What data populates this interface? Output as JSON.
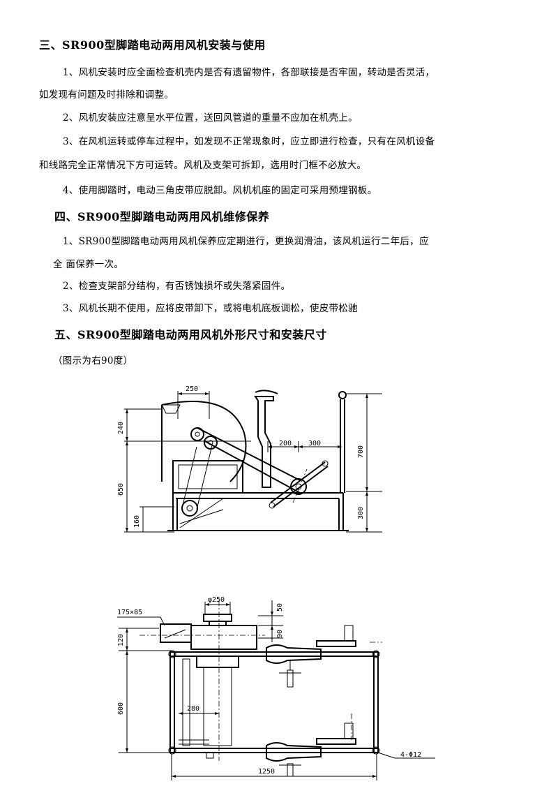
{
  "section3": {
    "heading": "三、SR900型脚踏电动两用风机安装与使用",
    "items": [
      "1、风机安装时应全面检查机壳内是否有遗留物件，各部联接是否牢固，转动是否灵活，",
      "如发现有问题及时排除和调整。",
      "2、风机安装应注意呈水平位置，送回风管道的重量不应加在机壳上。",
      "3、在风机运转或停车过程中，如发现不正常现象时，应立即进行检查，只有在风机设备",
      "和线路完全正常情况下方可运转。风机及支架可拆卸，选用时门框不必放大。",
      "4、使用脚踏时，电动三角皮带应脱卸。风机机座的固定可采用预埋钢板。"
    ]
  },
  "section4": {
    "heading": "四、SR900型脚踏电动两用风机维修保养",
    "items": [
      "1、SR900型脚踏电动两用风机保养应定期进行，更换润滑油，该风机运行二年后，应",
      "全 面保养一次。",
      "2、检查支架部分结构，有否锈蚀损坏或失落紧固件。",
      "3、风机长期不使用，应将皮带卸下，或将电机底板调松，使皮带松驰"
    ]
  },
  "section5": {
    "heading": "五、SR900型脚踏电动两用风机外形尺寸和安装尺寸",
    "note": "（图示为右90度）"
  },
  "drawing1": {
    "dims": {
      "d250": "250",
      "d240": "240",
      "d650": "650",
      "d160": "160",
      "d200": "200",
      "d300": "300",
      "d700": "700",
      "d300b": "300"
    }
  },
  "drawing2": {
    "dims": {
      "phi250": "φ250",
      "d50": "50",
      "d90": "90",
      "d175x85": "175×85",
      "d120": "120",
      "d600": "600",
      "d280": "280",
      "d1250": "1250",
      "holes": "4-Φ12"
    }
  }
}
